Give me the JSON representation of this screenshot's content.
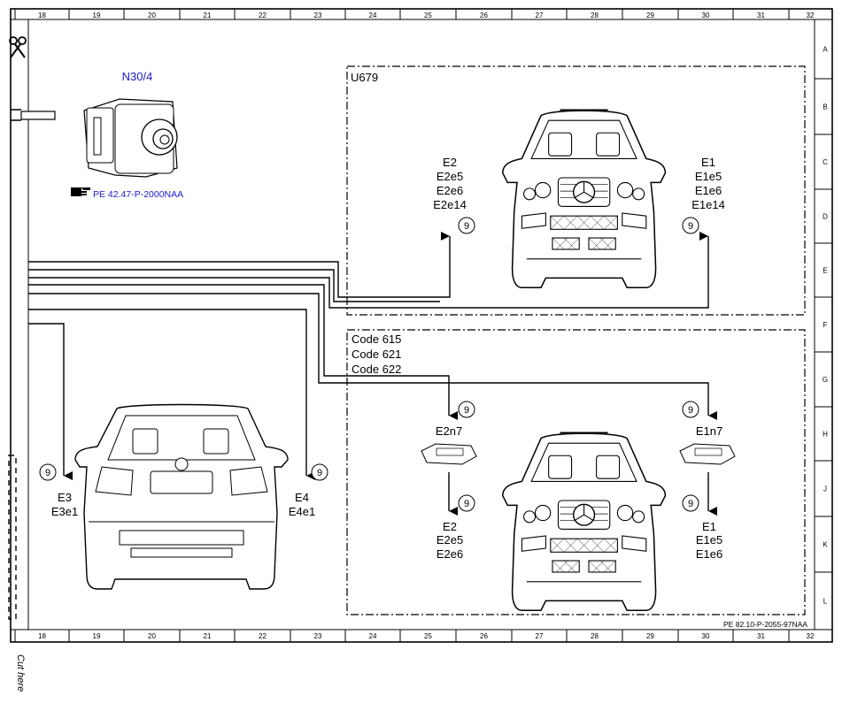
{
  "grid": {
    "columns": [
      "18",
      "19",
      "20",
      "21",
      "22",
      "23",
      "24",
      "25",
      "26",
      "27",
      "28",
      "29",
      "30",
      "31",
      "32"
    ],
    "rows": [
      "A",
      "B",
      "C",
      "D",
      "E",
      "F",
      "G",
      "H",
      "J",
      "K",
      "L"
    ]
  },
  "module": {
    "id": "N30/4",
    "reference": "PE 42.47-P-2000NAA"
  },
  "u679": {
    "box_label": "U679",
    "left_labels": [
      "E2",
      "E2e5",
      "E2e6",
      "E2e14"
    ],
    "right_labels": [
      "E1",
      "E1e5",
      "E1e6",
      "E1e14"
    ],
    "circle": "9"
  },
  "codes": {
    "lines": [
      "Code 615",
      "Code 621",
      "Code 622"
    ],
    "left_module": "E2n7",
    "right_module": "E1n7",
    "left_labels": [
      "E2",
      "E2e5",
      "E2e6"
    ],
    "right_labels": [
      "E1",
      "E1e5",
      "E1e6"
    ],
    "circle": "9"
  },
  "rear": {
    "left_labels": [
      "E3",
      "E3e1"
    ],
    "right_labels": [
      "E4",
      "E4e1"
    ],
    "circle": "9"
  },
  "footer": {
    "doc_ref": "PE 82.10-P-2055-97NAA",
    "cut_here": "Cut here"
  },
  "colors": {
    "link": "#1a1acc",
    "ink": "#000000"
  },
  "icons": [
    "scissors-icon",
    "pointing-hand-icon"
  ]
}
